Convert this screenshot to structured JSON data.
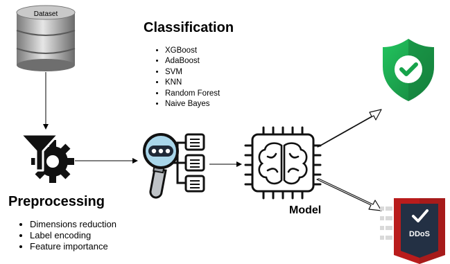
{
  "dataset_label": "Dataset",
  "classification": {
    "title": "Classification",
    "items": [
      "XGBoost",
      "AdaBoost",
      "SVM",
      "KNN",
      "Random Forest",
      "Naive Bayes"
    ]
  },
  "preprocessing": {
    "title": "Preprocessing",
    "items": [
      "Dimensions reduction",
      "Label encoding",
      "Feature importance"
    ]
  },
  "model_label": "Model",
  "ddos_label": "DDoS",
  "icons": {
    "dataset": "database-icon",
    "preprocessing": "funnel-gear-icon",
    "classifier": "magnifier-list-icon",
    "model": "brain-chip-icon",
    "benign": "shield-check-icon",
    "attack": "ddos-badge-icon"
  },
  "colors": {
    "shield_green": "#16a34a",
    "ddos_red": "#b91c1c",
    "ddos_navy": "#233044",
    "magnifier_blue": "#a9d6ea",
    "icon_dark": "#111111"
  }
}
